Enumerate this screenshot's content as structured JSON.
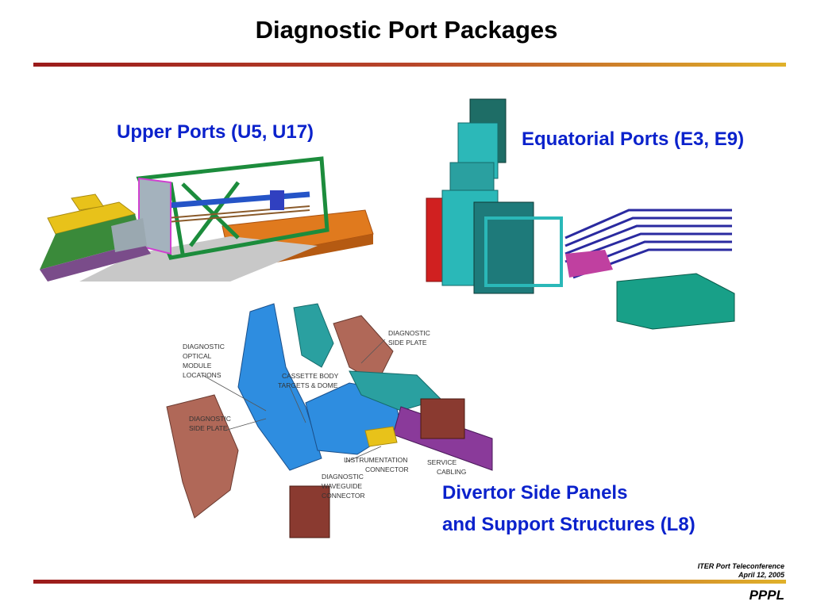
{
  "slide": {
    "title": "Diagnostic Port Packages",
    "captions": {
      "upper": "Upper Ports (U5, U17)",
      "equatorial": "Equatorial Ports (E3, E9)",
      "divertor_line1": "Divertor Side Panels",
      "divertor_line2": "and Support Structures (L8)"
    },
    "divertor_labels": {
      "optical_1": "DIAGNOSTIC",
      "optical_2": "OPTICAL",
      "optical_3": "MODULE",
      "optical_4": "LOCATIONS",
      "side_left_1": "DIAGNOSTIC",
      "side_left_2": "SIDE PLATE",
      "side_right_1": "DIAGNOSTIC",
      "side_right_2": "SIDE PLATE",
      "cassette_1": "CASSETTE BODY",
      "cassette_2": "TARGETS & DOME",
      "instr_1": "INSTRUMENTATION",
      "instr_2": "CONNECTOR",
      "service_1": "SERVICE",
      "service_2": "CABLING",
      "waveguide_1": "DIAGNOSTIC",
      "waveguide_2": "WAVEGUIDE",
      "waveguide_3": "CONNECTOR"
    },
    "footer": {
      "line1": "ITER Port Teleconference",
      "line2": "April 12, 2005",
      "org": "PPPL"
    },
    "colors": {
      "caption": "#0b22cc",
      "rule_start": "#9b1b1b",
      "rule_end": "#e0b12a"
    }
  }
}
